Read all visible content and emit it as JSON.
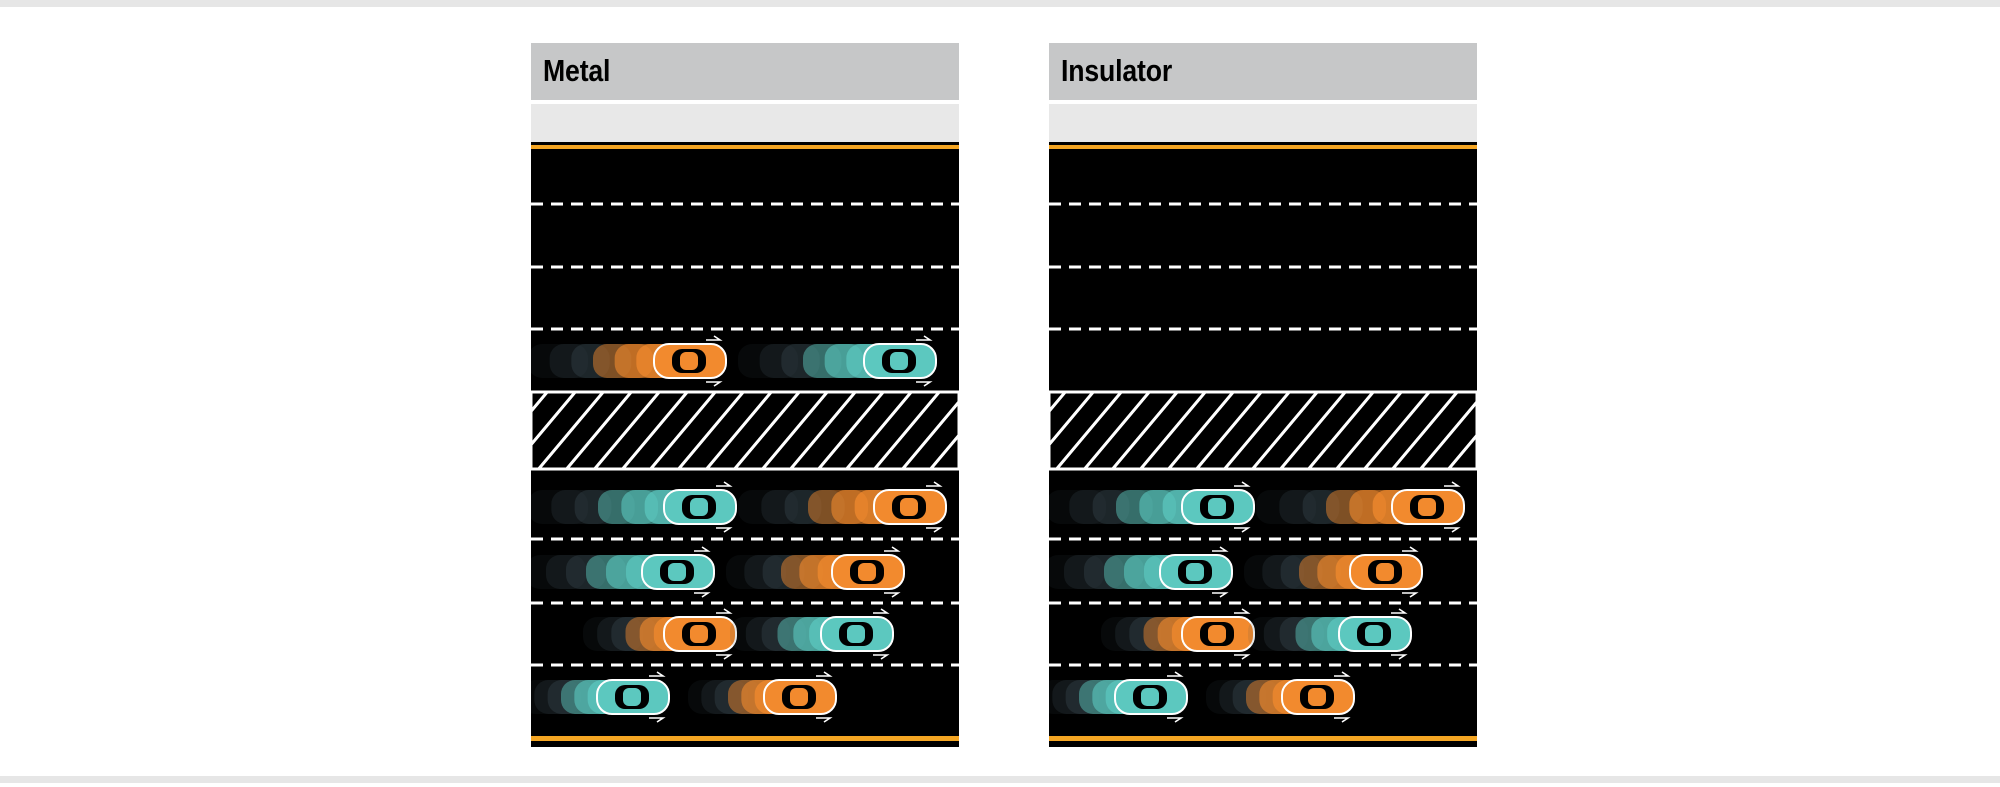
{
  "panels": [
    {
      "title": "Metal",
      "valence_band_cars": [
        {
          "lane": 0,
          "color": "orange"
        },
        {
          "lane": 0,
          "color": "teal"
        }
      ],
      "conduction_band_cars": [
        {
          "lane": 0,
          "color": "teal"
        },
        {
          "lane": 0,
          "color": "orange"
        },
        {
          "lane": 1,
          "color": "teal"
        },
        {
          "lane": 1,
          "color": "orange"
        },
        {
          "lane": 2,
          "color": "orange"
        },
        {
          "lane": 2,
          "color": "teal"
        },
        {
          "lane": 3,
          "color": "teal"
        },
        {
          "lane": 3,
          "color": "orange"
        }
      ]
    },
    {
      "title": "Insulator",
      "valence_band_cars": [],
      "conduction_band_cars": [
        {
          "lane": 0,
          "color": "teal"
        },
        {
          "lane": 0,
          "color": "orange"
        },
        {
          "lane": 1,
          "color": "teal"
        },
        {
          "lane": 1,
          "color": "orange"
        },
        {
          "lane": 2,
          "color": "orange"
        },
        {
          "lane": 2,
          "color": "teal"
        },
        {
          "lane": 3,
          "color": "teal"
        },
        {
          "lane": 3,
          "color": "orange"
        }
      ]
    }
  ],
  "colors": {
    "road": "#000000",
    "edge_line": "#f5a623",
    "lane_dash": "#ffffff",
    "car_orange": "#f28a2e",
    "car_teal": "#5cc8bf",
    "header_bg": "#c6c7c8",
    "subheader_bg": "#e8e8e8"
  }
}
